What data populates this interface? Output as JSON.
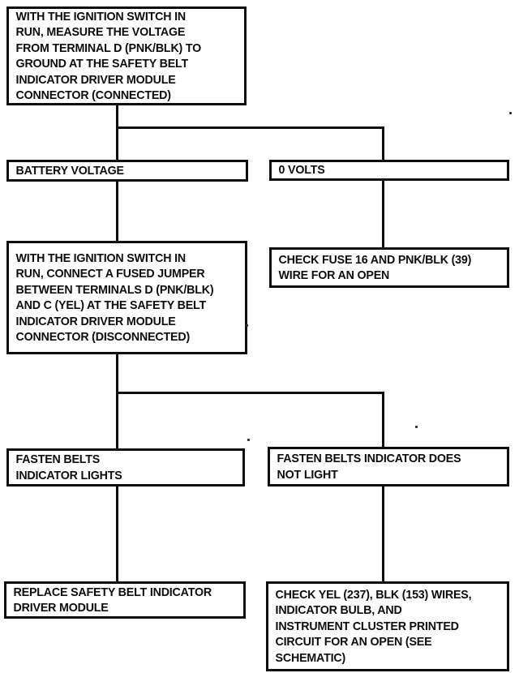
{
  "colors": {
    "background": "#ffffff",
    "line": "#0d0d0d",
    "text": "#0d0d0d"
  },
  "nodes": {
    "measure_voltage": {
      "text": "WITH THE IGNITION SWITCH IN\nRUN, MEASURE THE VOLTAGE\nFROM TERMINAL D (PNK/BLK) TO\nGROUND AT THE SAFETY BELT\nINDICATOR DRIVER MODULE\nCONNECTOR (CONNECTED)"
    },
    "battery_voltage": {
      "text": "BATTERY VOLTAGE"
    },
    "zero_volts": {
      "text": "0 VOLTS"
    },
    "fused_jumper": {
      "text": "WITH THE IGNITION SWITCH IN\nRUN, CONNECT A FUSED JUMPER\nBETWEEN TERMINALS D (PNK/BLK)\nAND C (YEL) AT THE SAFETY BELT\nINDICATOR DRIVER MODULE\nCONNECTOR (DISCONNECTED)"
    },
    "check_fuse": {
      "text": "CHECK FUSE 16 AND PNK/BLK (39)\nWIRE FOR AN OPEN"
    },
    "indicator_lights": {
      "text": "FASTEN BELTS\nINDICATOR LIGHTS"
    },
    "indicator_does_not_light": {
      "text": "FASTEN BELTS INDICATOR DOES\nNOT LIGHT"
    },
    "replace_module": {
      "text": "REPLACE SAFETY BELT INDICATOR\nDRIVER MODULE"
    },
    "check_wires": {
      "text": "CHECK YEL (237), BLK (153) WIRES,\nINDICATOR BULB, AND\nINSTRUMENT CLUSTER PRINTED\nCIRCUIT FOR AN OPEN (SEE\nSCHEMATIC)"
    }
  }
}
